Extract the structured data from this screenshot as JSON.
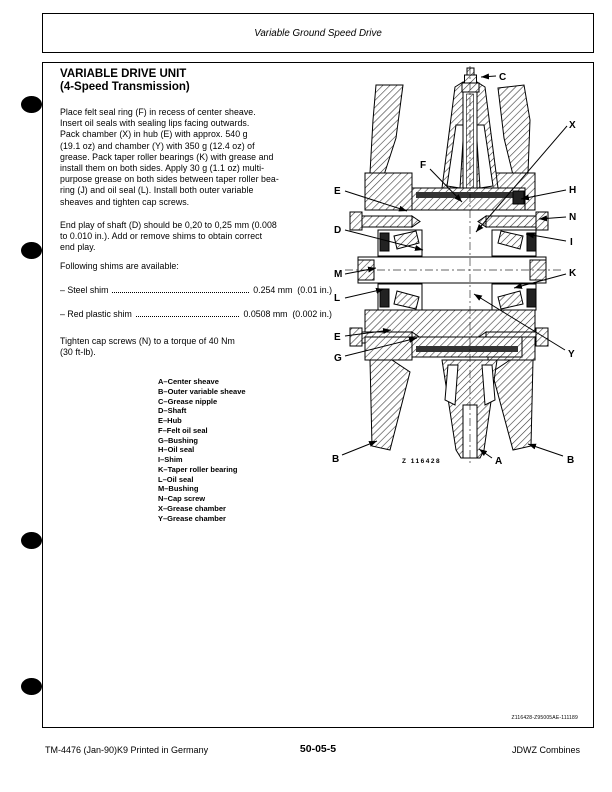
{
  "header": {
    "title": "Variable Ground Speed Drive"
  },
  "content": {
    "title_line1": "VARIABLE DRIVE UNIT",
    "title_line2": "(4-Speed Transmission)",
    "para1": "Place felt seal ring (F) in recess of center sheave.\nInsert oil seals with sealing lips facing outwards.\nPack chamber (X) in hub (E) with approx. 540 g\n(19.1 oz) and chamber (Y) with 350 g (12.4 oz) of\ngrease. Pack taper roller bearings (K) with grease and\ninstall them on both sides. Apply 30 g (1.1 oz) multi-\npurpose grease on both sides between taper roller bea-\nring (J) and oil seal (L). Install both outer variable\nsheaves and tighten cap screws.",
    "para2": "End play of shaft (D) should be 0,20 to 0,25 mm (0.008\nto 0.010 in.). Add or remove shims to obtain correct\nend play.",
    "shims_intro": "Following shims are available:",
    "shims": [
      {
        "name": "– Steel shim",
        "value": "0.254 mm  (0.01 in.)"
      },
      {
        "name": "– Red plastic shim",
        "value": "0.0508 mm  (0.002 in.)"
      }
    ],
    "para3": "Tighten cap screws (N) to a torque of 40 Nm\n(30 ft-lb).",
    "legend": [
      "A–Center sheave",
      "B–Outer variable sheave",
      "C–Grease nipple",
      "D–Shaft",
      "E–Hub",
      "F–Felt oil seal",
      "G–Bushing",
      "H–Oil seal",
      "I–Shim",
      "K–Taper roller bearing",
      "L–Oil seal",
      "M–Bushing",
      "N–Cap screw",
      "X–Grease chamber",
      "Y–Grease chamber"
    ]
  },
  "diagram": {
    "figure_number": "Z 116428",
    "labels": {
      "A": "A",
      "B": "B",
      "C": "C",
      "D": "D",
      "E": "E",
      "F": "F",
      "G": "G",
      "H": "H",
      "I": "I",
      "K": "K",
      "L": "L",
      "M": "M",
      "N": "N",
      "X": "X",
      "Y": "Y"
    }
  },
  "footer": {
    "doc_code": "Z116428-Z95005AE-111189",
    "left": "TM-4476 (Jan-90)K9 Printed in Germany",
    "center": "50-05-5",
    "right": "JDWZ Combines"
  }
}
